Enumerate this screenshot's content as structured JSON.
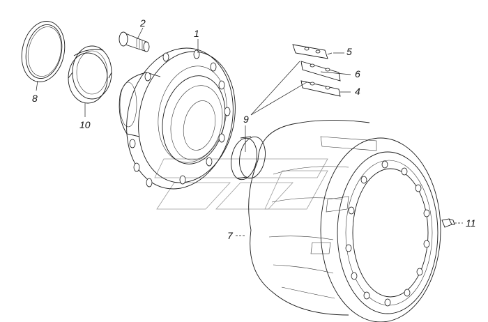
{
  "callouts": {
    "c1": "1",
    "c2": "2",
    "c4": "4",
    "c5": "5",
    "c6": "6",
    "c7": "7",
    "c8": "8",
    "c9": "9",
    "c10": "10",
    "c11": "11"
  }
}
